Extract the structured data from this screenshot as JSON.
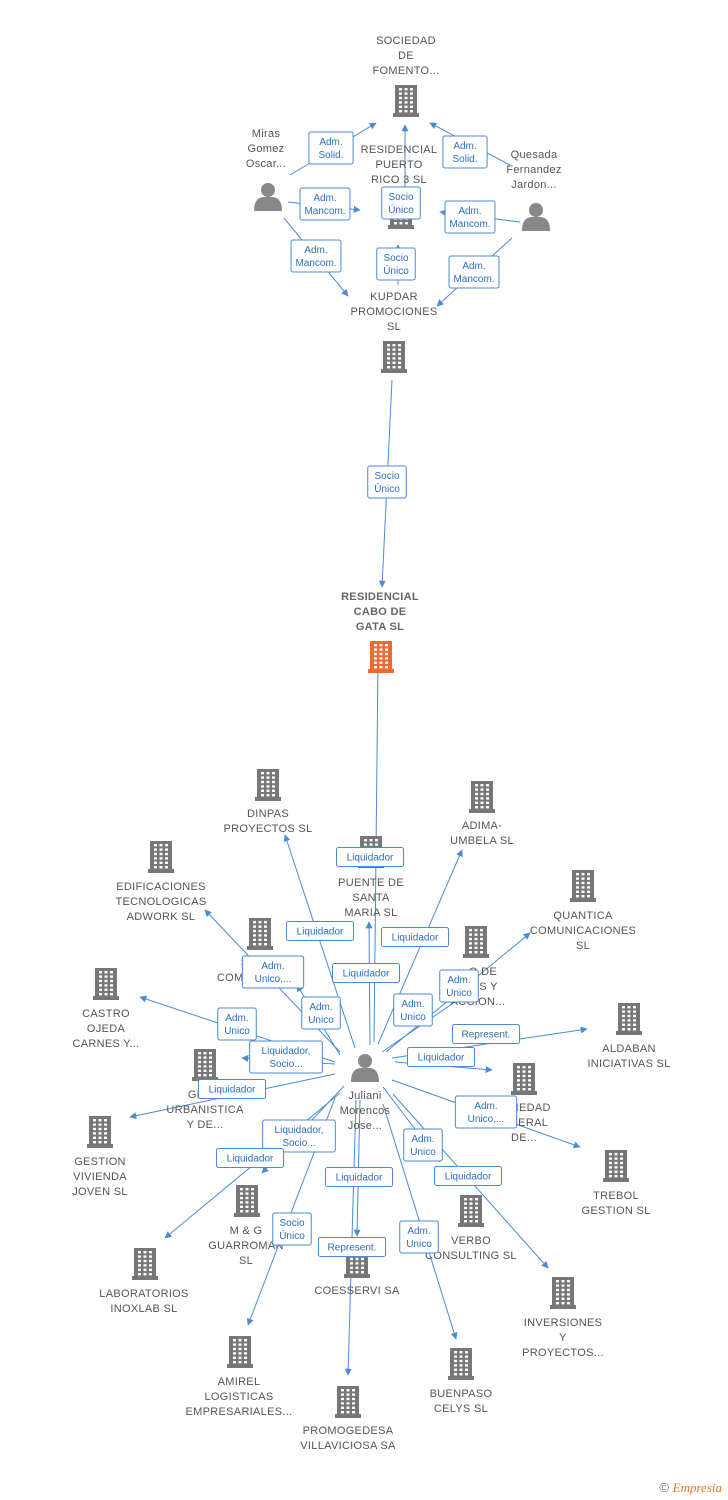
{
  "colors": {
    "building": "#777777",
    "focus": "#ee6a33",
    "person": "#888888",
    "edge": "#4a8ad8"
  },
  "nodes": [
    {
      "id": "sociedad_fomento",
      "type": "company",
      "label": [
        "SOCIEDAD",
        "DE",
        "FOMENTO..."
      ]
    },
    {
      "id": "residencial_puerto",
      "type": "company",
      "label": [
        "RESIDENCIAL",
        "PUERTO",
        "RICO 3  SL"
      ]
    },
    {
      "id": "miras",
      "type": "person",
      "label": [
        "Miras",
        "Gomez",
        "Oscar..."
      ]
    },
    {
      "id": "quesada",
      "type": "person",
      "label": [
        "Quesada",
        "Fernandez",
        "Jardon..."
      ]
    },
    {
      "id": "kupdar",
      "type": "company",
      "label": [
        "KUPDAR",
        "PROMOCIONES",
        "SL"
      ]
    },
    {
      "id": "residencial_cabo",
      "type": "focus",
      "label": [
        "RESIDENCIAL",
        "CABO DE",
        "GATA  SL"
      ]
    },
    {
      "id": "juliani",
      "type": "person",
      "label": [
        "Juliani",
        "Morencos",
        "Jose..."
      ]
    },
    {
      "id": "dinpas",
      "type": "company",
      "label": [
        "DINPAS",
        "PROYECTOS SL"
      ]
    },
    {
      "id": "adima",
      "type": "company",
      "label": [
        "ADIMA-",
        "UMBELA SL"
      ]
    },
    {
      "id": "puente_santa",
      "type": "company",
      "label": [
        "PUENTE DE",
        "SANTA",
        "MARIA  SL"
      ]
    },
    {
      "id": "edificaciones",
      "type": "company",
      "label": [
        "EDIFICACIONES",
        "TECNOLOGICAS",
        "ADWORK  SL"
      ]
    },
    {
      "id": "quantica",
      "type": "company",
      "label": [
        "QUANTICA",
        "COMUNICACIONES",
        "SL"
      ]
    },
    {
      "id": "soc_comunic",
      "type": "company",
      "label": [
        "SOC...",
        "COMUNIC...  SL"
      ]
    },
    {
      "id": "analisis",
      "type": "company",
      "label": [
        "...O DE",
        "...SIS Y",
        "ACCION..."
      ]
    },
    {
      "id": "castro",
      "type": "company",
      "label": [
        "CASTRO",
        "OJEDA",
        "CARNES Y..."
      ]
    },
    {
      "id": "aldaban",
      "type": "company",
      "label": [
        "ALDABAN",
        "INICIATIVAS SL"
      ]
    },
    {
      "id": "gest_urban",
      "type": "company",
      "label": [
        "GES...",
        "URBANISTICA",
        "Y DE..."
      ]
    },
    {
      "id": "soc_general",
      "type": "company",
      "label": [
        "...CIEDAD",
        "...NERAL",
        "DE..."
      ]
    },
    {
      "id": "gestion_vivienda",
      "type": "company",
      "label": [
        "GESTION",
        "VIVIENDA",
        "JOVEN  SL"
      ]
    },
    {
      "id": "trebol",
      "type": "company",
      "label": [
        "TREBOL",
        "GESTION  SL"
      ]
    },
    {
      "id": "mg",
      "type": "company",
      "label": [
        "M & G",
        "GUARROMAN",
        "SL"
      ]
    },
    {
      "id": "verbo",
      "type": "company",
      "label": [
        "VERBO",
        "CONSULTING SL"
      ]
    },
    {
      "id": "coesservi",
      "type": "company",
      "label": [
        "COESSERVI SA"
      ]
    },
    {
      "id": "laboratorios",
      "type": "company",
      "label": [
        "LABORATORIOS",
        "INOXLAB SL"
      ]
    },
    {
      "id": "inversiones",
      "type": "company",
      "label": [
        "INVERSIONES",
        "Y",
        "PROYECTOS..."
      ]
    },
    {
      "id": "amirel",
      "type": "company",
      "label": [
        "AMIREL",
        "LOGISTICAS",
        "EMPRESARIALES..."
      ]
    },
    {
      "id": "buenpaso",
      "type": "company",
      "label": [
        "BUENPASO",
        "CELYS SL"
      ]
    },
    {
      "id": "promogedesa",
      "type": "company",
      "label": [
        "PROMOGEDESA",
        "VILLAVICIOSA SA"
      ]
    }
  ],
  "edges": [
    {
      "id": "e1",
      "label": [
        "Adm.",
        "Solid."
      ]
    },
    {
      "id": "e2",
      "label": [
        "Adm.",
        "Solid."
      ]
    },
    {
      "id": "e3",
      "label": [
        "Socio",
        "Único"
      ]
    },
    {
      "id": "e4",
      "label": [
        "Adm.",
        "Mancom."
      ]
    },
    {
      "id": "e5",
      "label": [
        "Adm.",
        "Mancom."
      ]
    },
    {
      "id": "e6",
      "label": [
        "Socio",
        "Único"
      ]
    },
    {
      "id": "e7",
      "label": [
        "Adm.",
        "Mancom."
      ]
    },
    {
      "id": "e8",
      "label": [
        "Adm.",
        "Mancom."
      ]
    },
    {
      "id": "e9",
      "label": [
        "Socio",
        "Único"
      ]
    },
    {
      "id": "e10",
      "label": [
        "Liquidador"
      ]
    },
    {
      "id": "e11",
      "label": [
        "Liquidador"
      ]
    },
    {
      "id": "e12",
      "label": [
        "Liquidador"
      ]
    },
    {
      "id": "e13",
      "label": [
        "Liquidador"
      ]
    },
    {
      "id": "e14",
      "label": [
        "Adm.",
        "Unico,..."
      ]
    },
    {
      "id": "e15",
      "label": [
        "Adm.",
        "Unico"
      ]
    },
    {
      "id": "e16",
      "label": [
        "Adm.",
        "Unico"
      ]
    },
    {
      "id": "e17",
      "label": [
        "Adm.",
        "Unico"
      ]
    },
    {
      "id": "e18",
      "label": [
        "Adm.",
        "Unico"
      ]
    },
    {
      "id": "e19",
      "label": [
        "Represent."
      ]
    },
    {
      "id": "e20",
      "label": [
        "Liquidador,",
        "Socio..."
      ]
    },
    {
      "id": "e21",
      "label": [
        "Liquidador"
      ]
    },
    {
      "id": "e22",
      "label": [
        "Liquidador"
      ]
    },
    {
      "id": "e23",
      "label": [
        "Adm.",
        "Unico,..."
      ]
    },
    {
      "id": "e24",
      "label": [
        "Liquidador,",
        "Socio..."
      ]
    },
    {
      "id": "e25",
      "label": [
        "Adm.",
        "Unico"
      ]
    },
    {
      "id": "e26",
      "label": [
        "Liquidador"
      ]
    },
    {
      "id": "e27",
      "label": [
        "Liquidador"
      ]
    },
    {
      "id": "e28",
      "label": [
        "Liquidador"
      ]
    },
    {
      "id": "e29",
      "label": [
        "Socio",
        "Único"
      ]
    },
    {
      "id": "e30",
      "label": [
        "Adm.",
        "Unico"
      ]
    },
    {
      "id": "e31",
      "label": [
        "Represent."
      ]
    }
  ],
  "copyright": {
    "symbol": "©",
    "brand": "Empresia"
  }
}
